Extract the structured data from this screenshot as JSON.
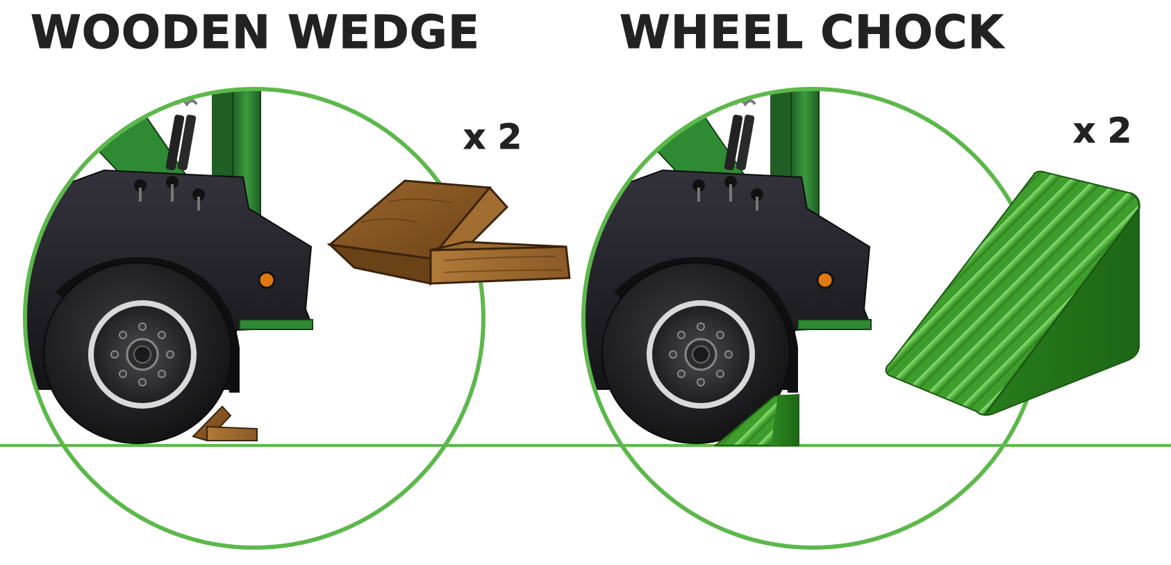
{
  "panels": [
    {
      "title": "WOODEN WEDGE",
      "quantity": "x 2"
    },
    {
      "title": "WHEEL CHOCK",
      "quantity": "x 2"
    }
  ],
  "colors": {
    "accent_green": "#5db84c",
    "text": "#222222",
    "truck_body": "#1d1c22",
    "frame_green": "#2f7d32",
    "wood": "#8a5a26",
    "chock_green": "#4caf36"
  }
}
